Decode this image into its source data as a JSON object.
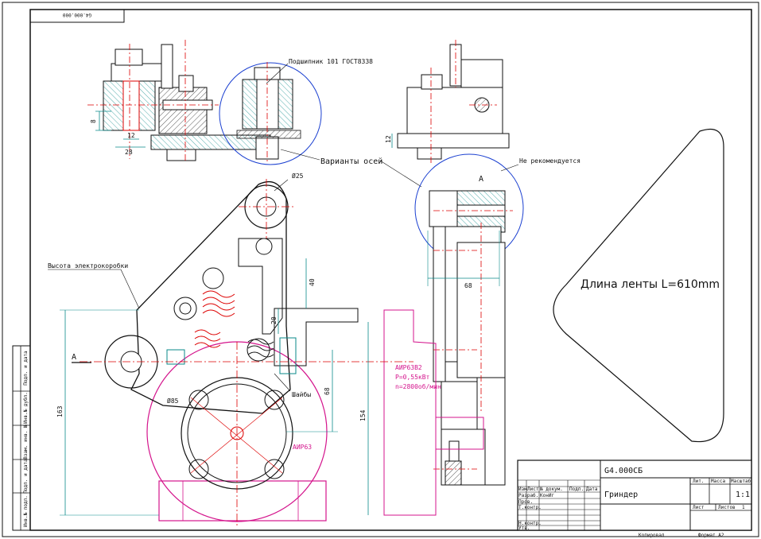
{
  "sheet": {
    "rotated_code": "G4.000.000"
  },
  "side_stamps": [
    "Подп. и дата",
    "Инв.№ дубл.",
    "Взам. инв. №",
    "Подп. и дата",
    "Инв.№ подл."
  ],
  "labels": {
    "bearings": "Подшипник 101 ГОСТ8338",
    "axle_variants": "Варианты осей",
    "view_a": "A",
    "not_recommended": "Не рекомендуется",
    "belt_length": "Длина ленты L=610mm",
    "section_a": "A",
    "gearbox_height": "Высота электрокоробки",
    "washers": "Шайбы"
  },
  "dimensions": {
    "d8": "8",
    "d12": "12",
    "d28": "28",
    "d68": "68",
    "d40": "40",
    "d20": "20",
    "d163": "163",
    "d154": "154",
    "dia25": "Ø25",
    "dia85": "Ø85"
  },
  "motor": {
    "model": "АИР63В2",
    "power": "P=0,55кВт",
    "speed": "n=2800об/мин",
    "front_label": "АИР63"
  },
  "title_block": {
    "designation": "G4.000СБ",
    "product_name": "Гриндер",
    "headers": [
      "Изм",
      "Лист",
      "№ докум.",
      "Подп.",
      "Дата"
    ],
    "roles": [
      "Разраб.",
      "Пров.",
      "Т.контр.",
      "Н.контр.",
      "Утв."
    ],
    "developer": "КонИг",
    "col_headers": [
      "Лит.",
      "Масса",
      "Масштаб"
    ],
    "scale": "1:1",
    "sheet_label": "Лист",
    "sheets_label": "Листов",
    "sheets_count": "1"
  },
  "footer": {
    "copied": "Копировал",
    "format": "Формат А2"
  }
}
